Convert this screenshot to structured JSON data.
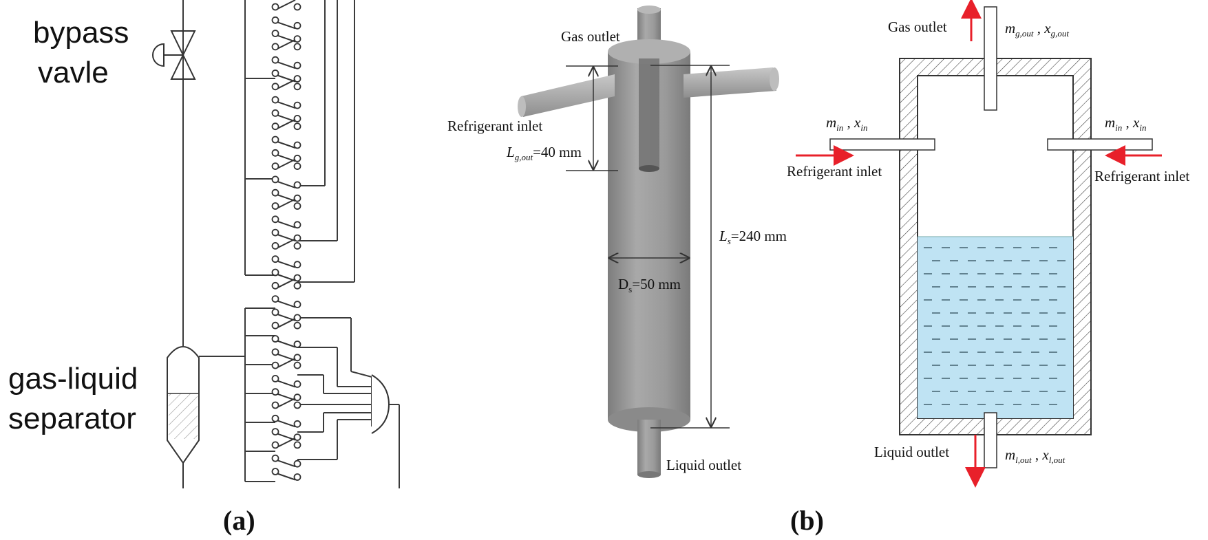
{
  "panel_a": {
    "bypass_label_1": "bypass",
    "bypass_label_2": "vavle",
    "separator_label_1": "gas-liquid",
    "separator_label_2": "separator",
    "caption": "(a)"
  },
  "panel_b3d": {
    "gas_outlet": "Gas outlet",
    "refrigerant_inlet": "Refrigerant inlet",
    "lg_prefix": "L",
    "lg_sub": "g,out",
    "lg_value": "=40 mm",
    "ls_prefix": "L",
    "ls_sub": "s",
    "ls_value": "=240 mm",
    "ds_prefix": "D",
    "ds_sub": "s",
    "ds_value": "=50 mm",
    "liquid_outlet": "Liquid outlet"
  },
  "panel_bschem": {
    "gas_outlet": "Gas outlet",
    "m_gout": "m",
    "m_gout_sub": "g,out",
    "x_gout": "x",
    "x_gout_sub": "g,out",
    "m_in": "m",
    "m_in_sub": "in",
    "x_in": "x",
    "x_in_sub": "in",
    "refrigerant_inlet": "Refrigerant inlet",
    "liquid_outlet": "Liquid outlet",
    "m_lout": "m",
    "m_lout_sub": "l,out",
    "x_lout": "x",
    "x_lout_sub": "l,out",
    "comma": ","
  },
  "caption_b": "(b)",
  "colors": {
    "line": "#3a3a3a",
    "arrow": "#e8202a",
    "liquid": "#bfe3f3",
    "vessel": "#8c8c8c"
  }
}
